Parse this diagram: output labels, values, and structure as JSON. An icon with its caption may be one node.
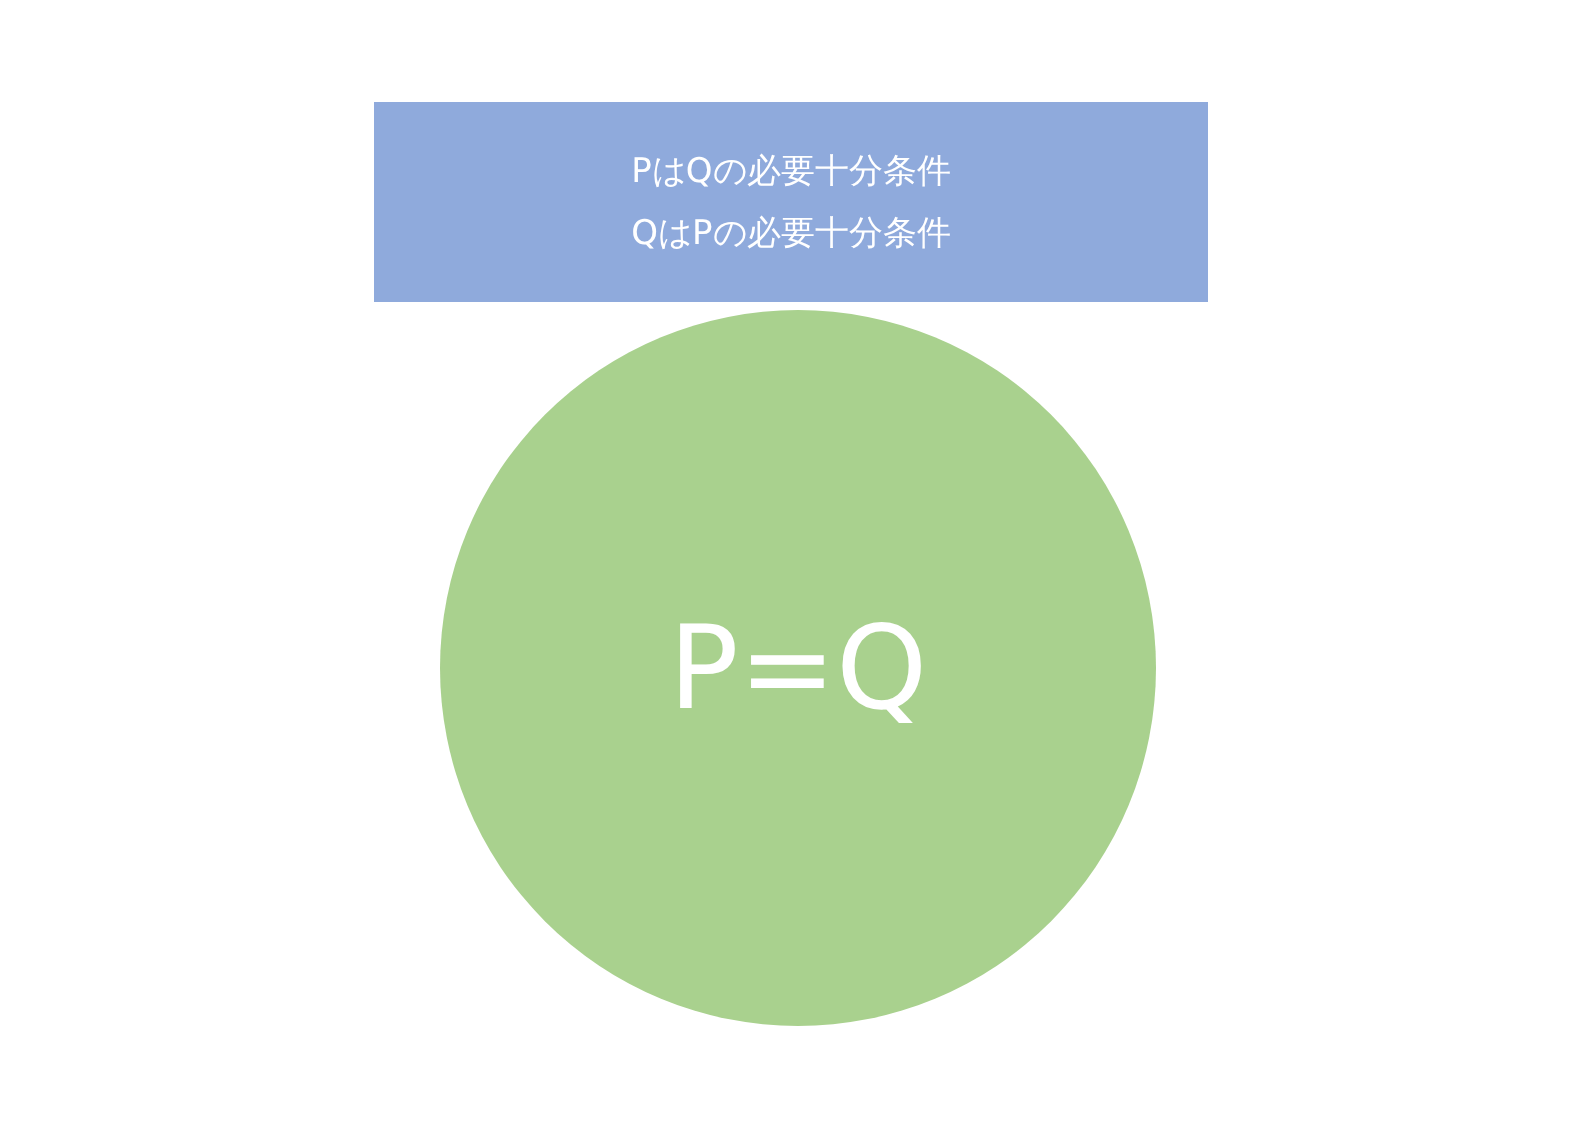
{
  "diagram": {
    "nodes": [
      {
        "text": [
          "PはQの必要十分条件",
          "QはPの必要十分条件"
        ]
      },
      {
        "text": [
          "P=Q"
        ]
      }
    ]
  }
}
